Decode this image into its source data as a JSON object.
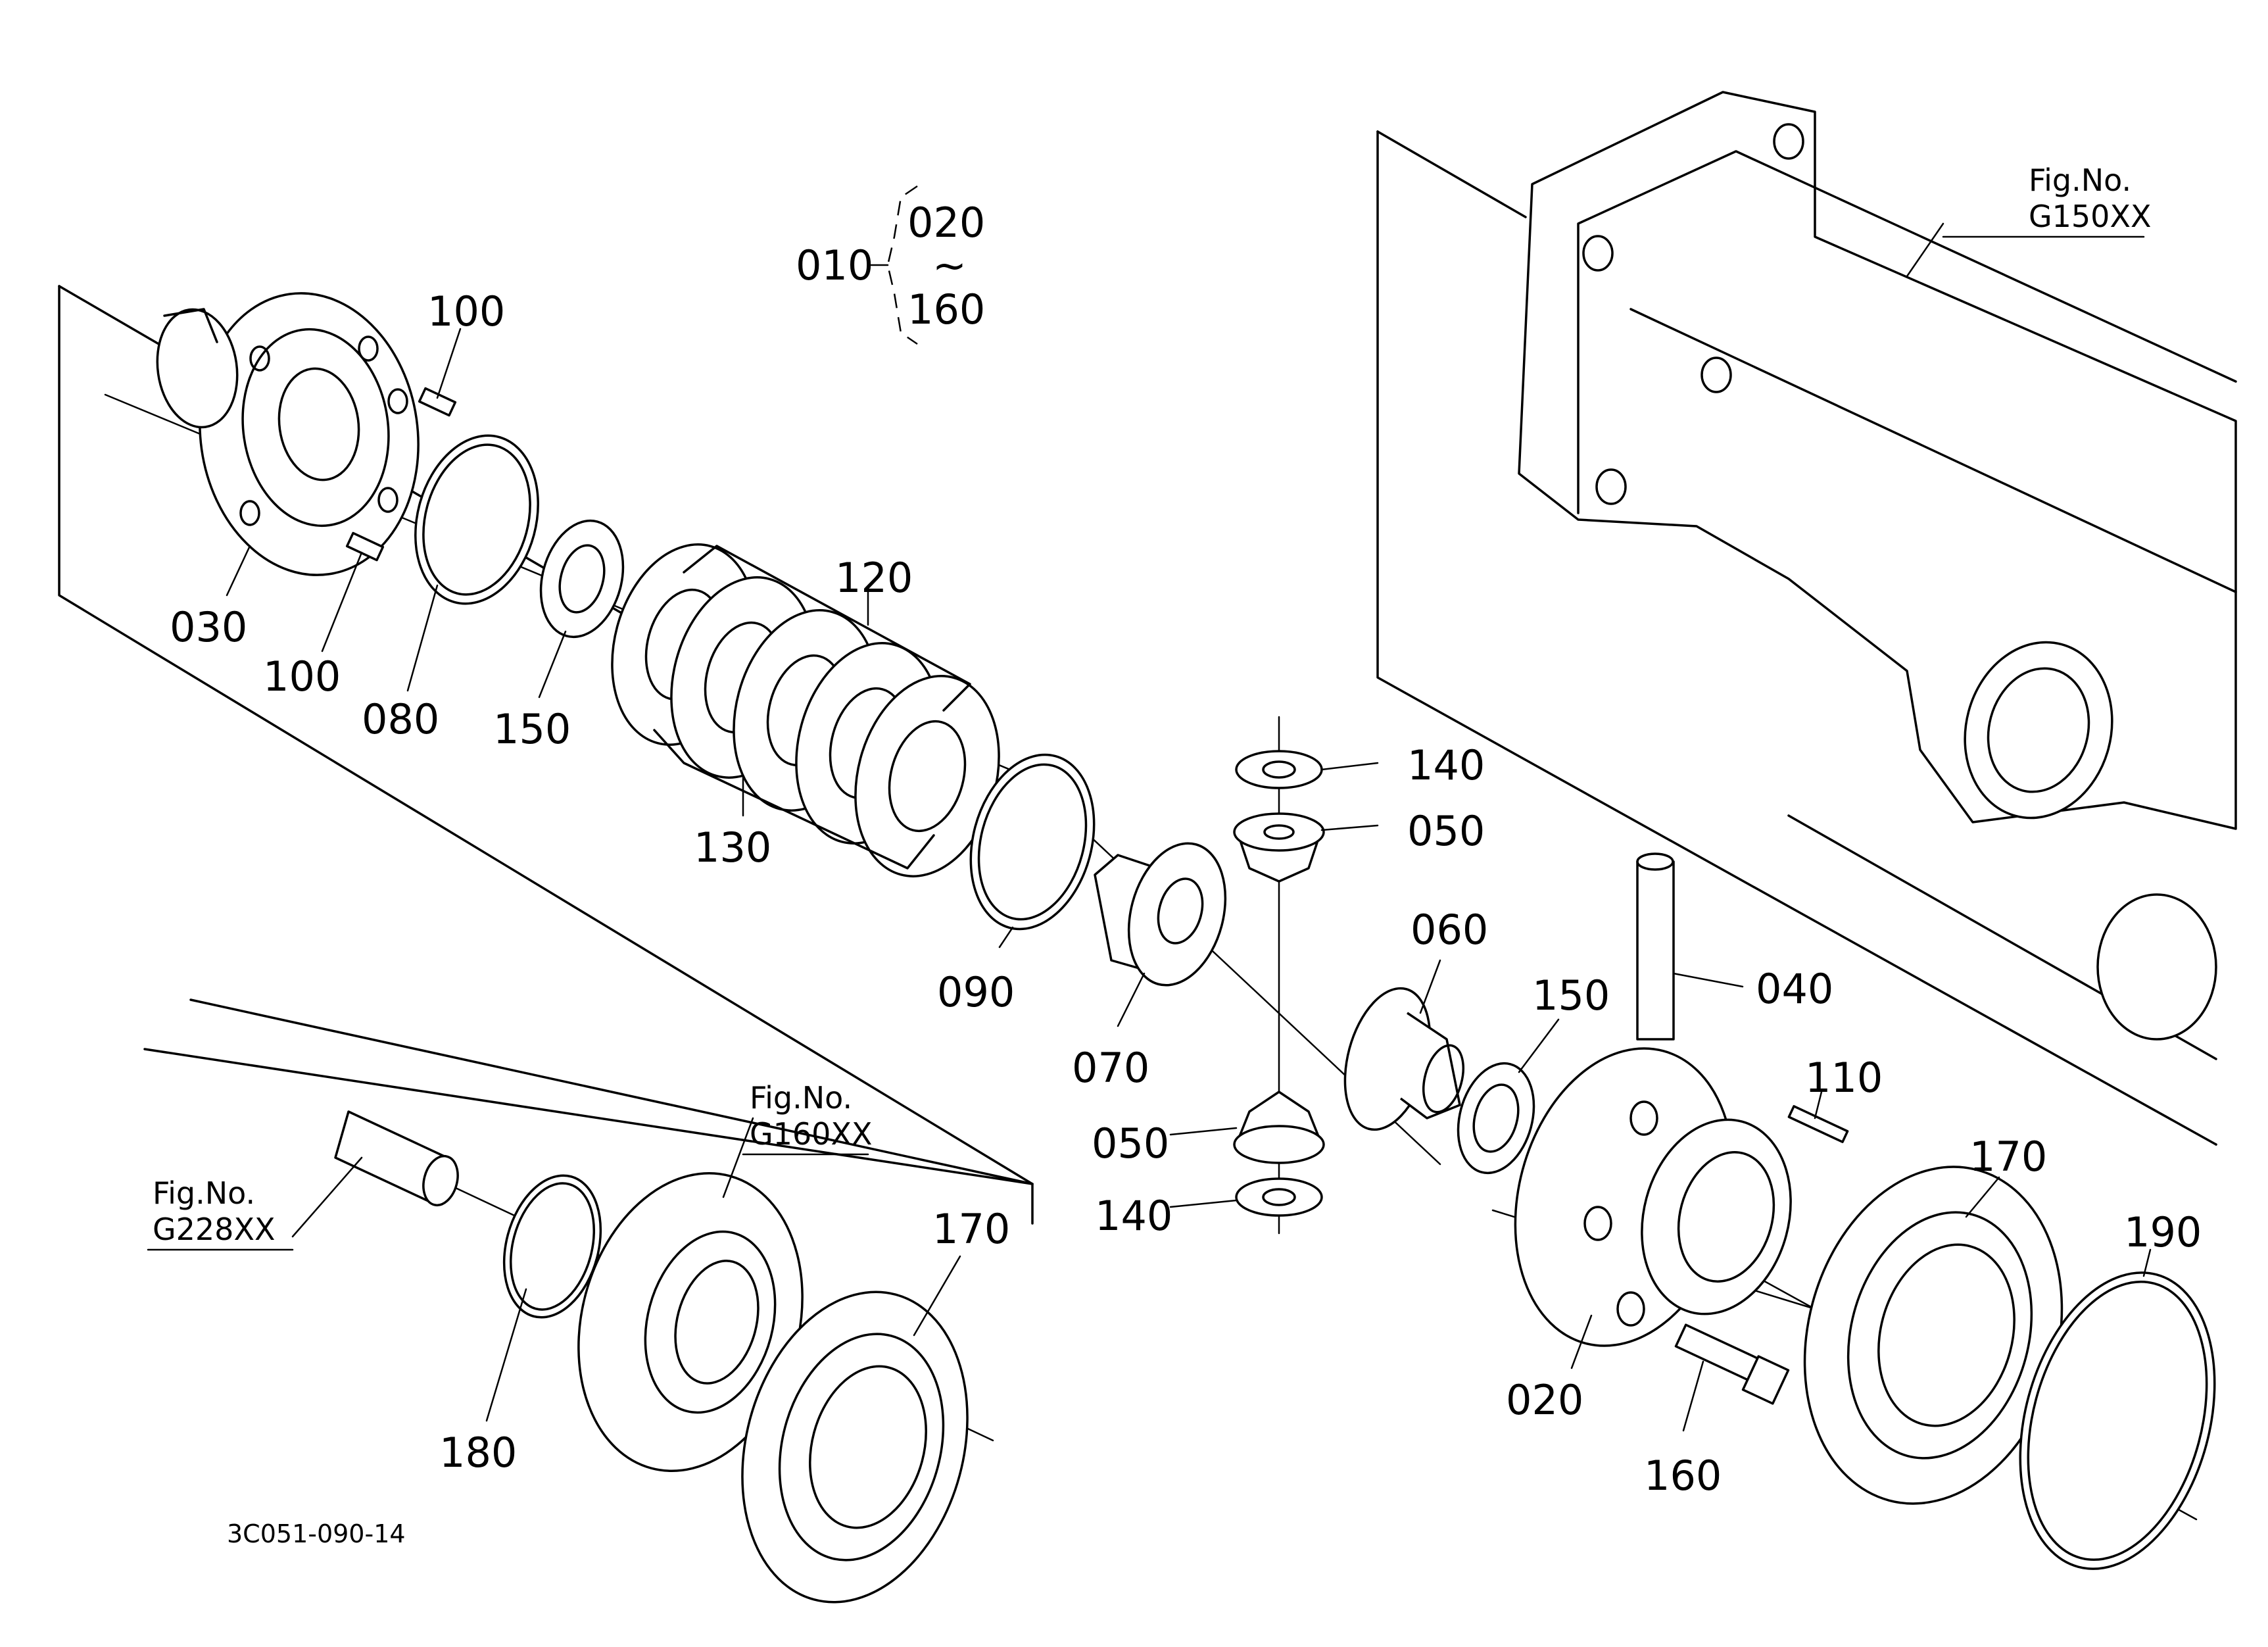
{
  "assembly": {
    "main": "010",
    "range_start": "020",
    "range_symbol": "~",
    "range_end": "160"
  },
  "figure_refs": [
    {
      "line1": "Fig.No.",
      "line2": "G150XX"
    },
    {
      "line1": "Fig.No.",
      "line2": "G160XX"
    },
    {
      "line1": "Fig.No.",
      "line2": "G228XX"
    }
  ],
  "part_labels": {
    "p100_top": "100",
    "p030": "030",
    "p100_bottom": "100",
    "p080": "080",
    "p150_left": "150",
    "p120": "120",
    "p130": "130",
    "p090": "090",
    "p140_top": "140",
    "p050_top": "050",
    "p060": "060",
    "p070": "070",
    "p040": "040",
    "p150_right": "150",
    "p110": "110",
    "p050_bottom": "050",
    "p140_bottom": "140",
    "p170_left": "170",
    "p170_right": "170",
    "p190": "190",
    "p180": "180",
    "p020": "020",
    "p160": "160"
  },
  "drawing_number": "3C051-090-14"
}
